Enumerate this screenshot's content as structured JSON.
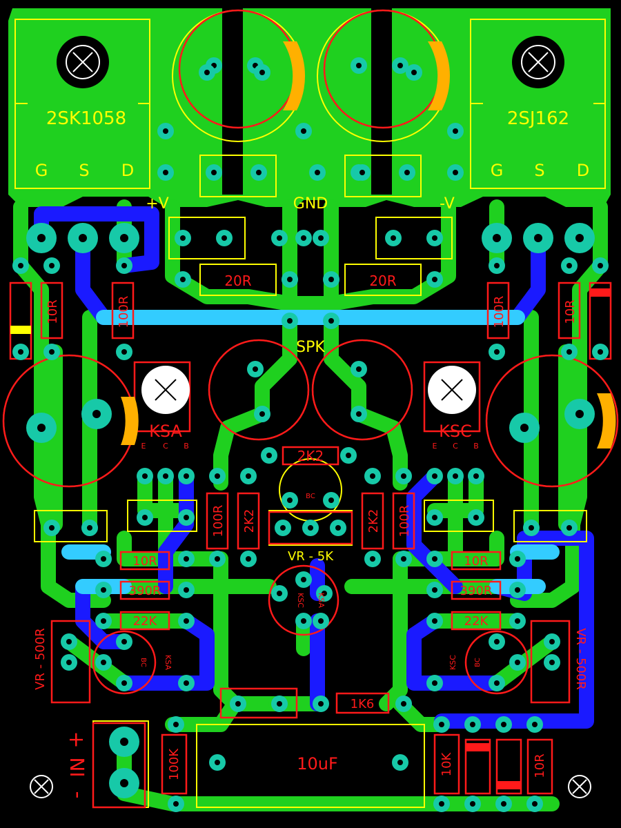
{
  "board": {
    "colors": {
      "background": "#000000",
      "copper_top": "#1fd01f",
      "copper_bottom": "#1a1aff",
      "overlap": "#33ccff",
      "silk_top": "#ffff00",
      "silk_bottom": "#ff1a1a",
      "pad": "#17c9a8",
      "hole": "#000000",
      "accent": "#ffb000"
    },
    "labels": {
      "q_left": "2SK1058",
      "q_right": "2SJ162",
      "gsd_g": "G",
      "gsd_s": "S",
      "gsd_d": "D",
      "plus_v": "+V",
      "minus_v": "-V",
      "gnd": "GND",
      "spk": "SPK",
      "r20_left": "20R",
      "r20_right": "20R",
      "r10_left": "10R",
      "r100_left": "100R",
      "r100_right": "100R",
      "r10_right": "10R",
      "ksa": "KSA",
      "ksc": "KSC",
      "ebc_e": "E",
      "ebc_c": "C",
      "ebc_b": "B",
      "r2k2_top": "2K2",
      "r100_mid_left": "100R",
      "r2k2_mid_left": "2K2",
      "r2k2_mid_right": "2K2",
      "r100_mid_right": "100R",
      "vr5k": "VR - 5K",
      "r10_row_left": "10R",
      "r10_row_right": "10R",
      "r390_left": "390R",
      "r390_right": "390R",
      "r22k_left": "22K",
      "r22k_right": "22K",
      "vr500_left": "VR - 500R",
      "vr500_right": "VR - 500R",
      "ksc_small": "KSC",
      "ksa_small": "KSA",
      "bc_small": "BC",
      "r1k6": "1K6",
      "cap_10uf": "10uF",
      "r100k": "100K",
      "r10k": "10K",
      "r10_bottom": "10R",
      "in_plus": "+",
      "in_label": "IN",
      "in_minus": "-"
    }
  }
}
